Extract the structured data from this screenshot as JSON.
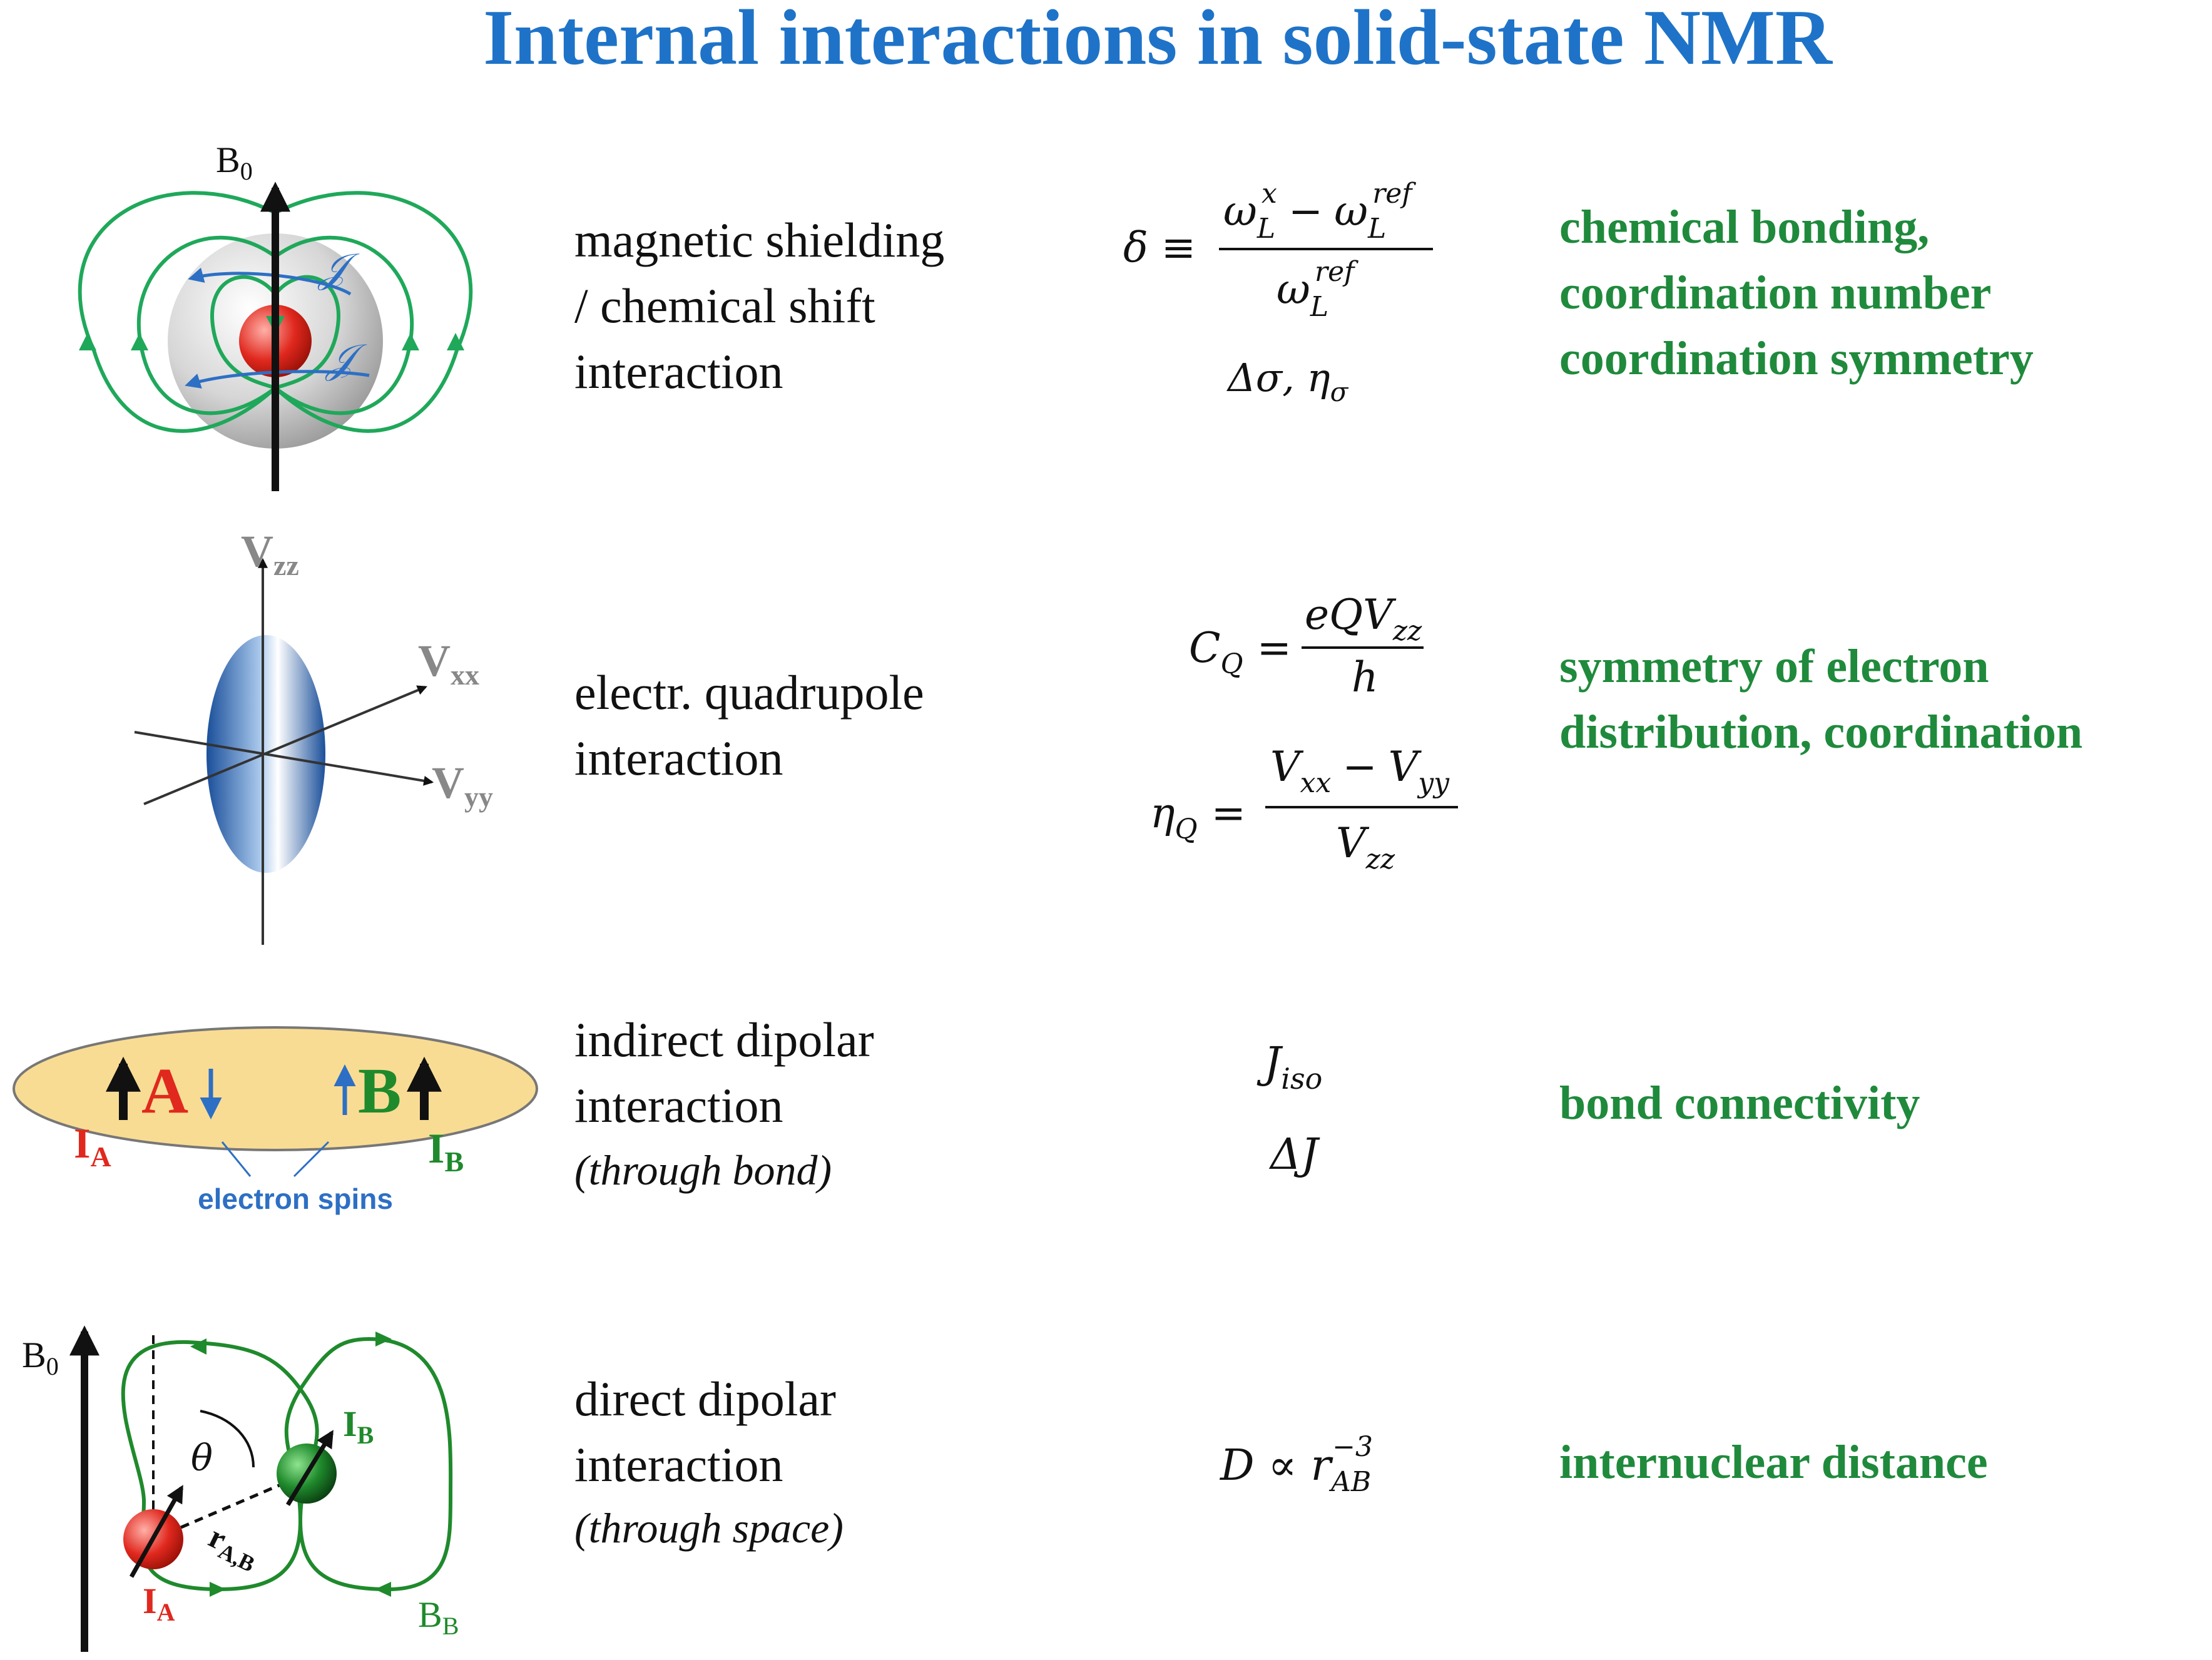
{
  "title": "Internal interactions in solid-state NMR",
  "colors": {
    "title": "#1e73c8",
    "significance": "#1f8a3c",
    "red": "#e0281e",
    "blue": "#1e73c8",
    "green": "#1f8a3c",
    "bond_fill": "#f9dc93"
  },
  "rows": [
    {
      "description": [
        "magnetic shielding",
        "/ chemical shift",
        "interaction"
      ],
      "formula": {
        "lhs": "δ ≡",
        "num_a": "ω",
        "num_a_sub": "L",
        "num_a_sup": "x",
        "minus": "−",
        "num_b": "ω",
        "num_b_sub": "L",
        "num_b_sup": "ref",
        "den": "ω",
        "den_sub": "L",
        "den_sup": "ref",
        "params": "Δσ,  η",
        "params_sub": "σ"
      },
      "significance": [
        "chemical bonding,",
        "coordination number",
        "coordination symmetry"
      ],
      "figure": {
        "field": "B",
        "field_sub": "0",
        "current": "𝒥"
      }
    },
    {
      "description": [
        "electr. quadrupole",
        "interaction"
      ],
      "formula": {
        "cq_lhs": "C",
        "cq_lhs_sub": "Q",
        "eq": "=",
        "cq_num": "eQV",
        "cq_num_sub": "zz",
        "cq_den": "h",
        "eta_lhs": "η",
        "eta_lhs_sub": "Q",
        "eta_num_a": "V",
        "eta_num_a_sub": "xx",
        "minus": "−",
        "eta_num_b": "V",
        "eta_num_b_sub": "yy",
        "eta_den": "V",
        "eta_den_sub": "zz"
      },
      "significance": [
        "symmetry of electron",
        "distribution, coordination"
      ],
      "figure": {
        "vzz": "V",
        "vzz_sub": "zz",
        "vxx": "V",
        "vxx_sub": "xx",
        "vyy": "V",
        "vyy_sub": "yy"
      }
    },
    {
      "description": [
        "indirect  dipolar",
        "interaction"
      ],
      "description_italic": "(through bond)",
      "formula": {
        "j": "J",
        "j_sub": "iso",
        "dj": "ΔJ"
      },
      "significance": [
        "bond connectivity"
      ],
      "figure": {
        "atom_a": "A",
        "atom_b": "B",
        "spin_a": "I",
        "spin_a_sub": "A",
        "spin_b": "I",
        "spin_b_sub": "B",
        "electron_label": "electron spins"
      }
    },
    {
      "description": [
        "direct dipolar",
        "interaction"
      ],
      "description_italic": "(through space)",
      "formula": {
        "d": "D",
        "prop": "∝",
        "r": "r",
        "r_sub": "AB",
        "r_sup": "−3"
      },
      "significance": [
        "internuclear distance"
      ],
      "figure": {
        "field": "B",
        "field_sub": "0",
        "theta": "θ",
        "spin_a": "I",
        "spin_a_sub": "A",
        "spin_b": "I",
        "spin_b_sub": "B",
        "dist": "r",
        "dist_sub": "A,B",
        "bfield": "B",
        "bfield_sub": "B"
      }
    }
  ]
}
